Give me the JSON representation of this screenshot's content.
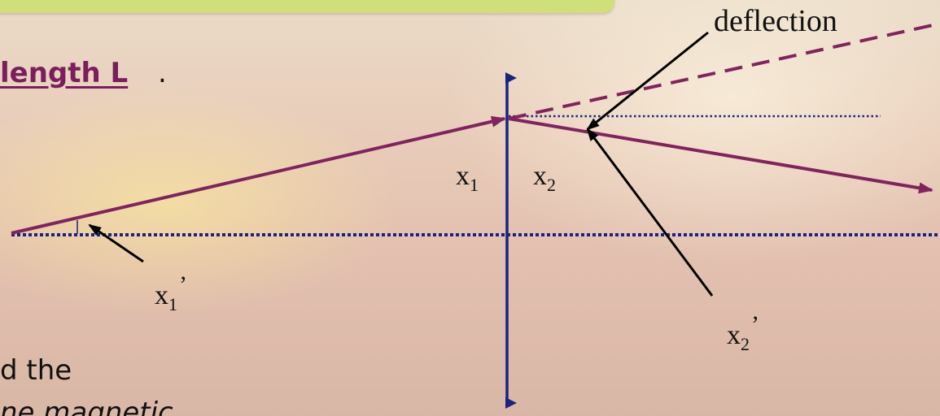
{
  "title_bar": {},
  "heading": {
    "fragment": "length L",
    "suffix": "."
  },
  "body_fragments": [
    "d the",
    "ne magnetic"
  ],
  "labels": {
    "deflection": "deflection",
    "x1": {
      "base": "x",
      "sub": "1"
    },
    "x2": {
      "base": "x",
      "sub": "2"
    },
    "x1_prime": {
      "base": "x",
      "sub": "1",
      "mark": "’"
    },
    "x2_prime": {
      "base": "x",
      "sub": "2",
      "mark": "’"
    }
  },
  "colors": {
    "ray": "#80245e",
    "lens": "#1a237e",
    "axis": "#1a237e",
    "title_bar": "#cfe07a",
    "pointer": "#000000"
  }
}
